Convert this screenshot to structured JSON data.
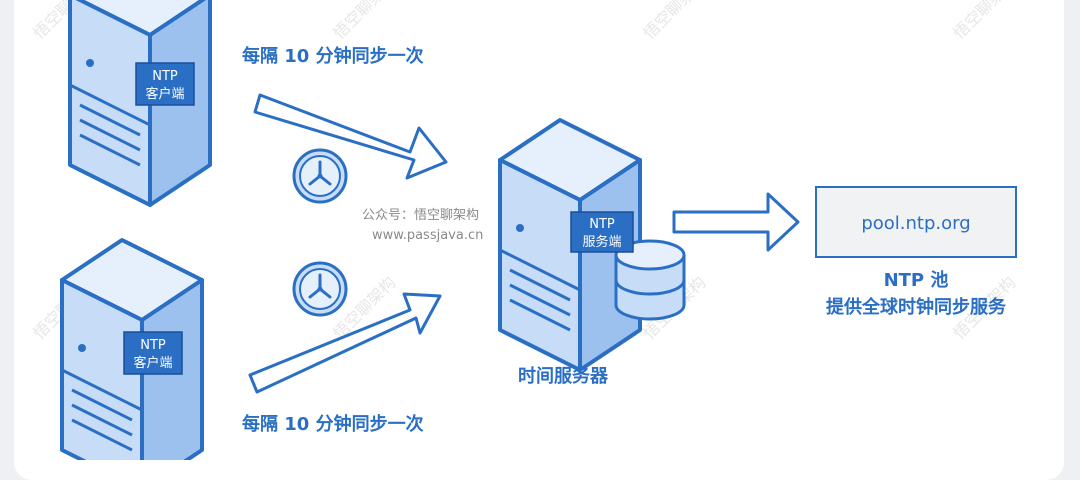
{
  "labels": {
    "sync_top": "每隔 10 分钟同步一次",
    "sync_bottom": "每隔 10 分钟同步一次",
    "client_line1": "NTP",
    "client_line2": "客户端",
    "server_line1": "NTP",
    "server_line2": "服务端",
    "time_server": "时间服务器",
    "pool": "pool.ntp.org",
    "pool_title": "NTP 池",
    "pool_desc": "提供全球时钟同步服务"
  },
  "watermark": {
    "account": "公众号：悟空聊架构",
    "site": "www.passjava.cn",
    "tile": "悟空聊架构"
  },
  "colors": {
    "accent": "#2a6fc4",
    "server_face": "#c7dcf6",
    "server_side": "#9dc1ee",
    "label_box": "#2a6fc4"
  },
  "icons": {
    "client": "server-tower-icon",
    "server": "server-tower-icon",
    "database": "database-cylinder-icon",
    "clock": "clock-icon",
    "arrow": "hollow-arrow-icon"
  }
}
